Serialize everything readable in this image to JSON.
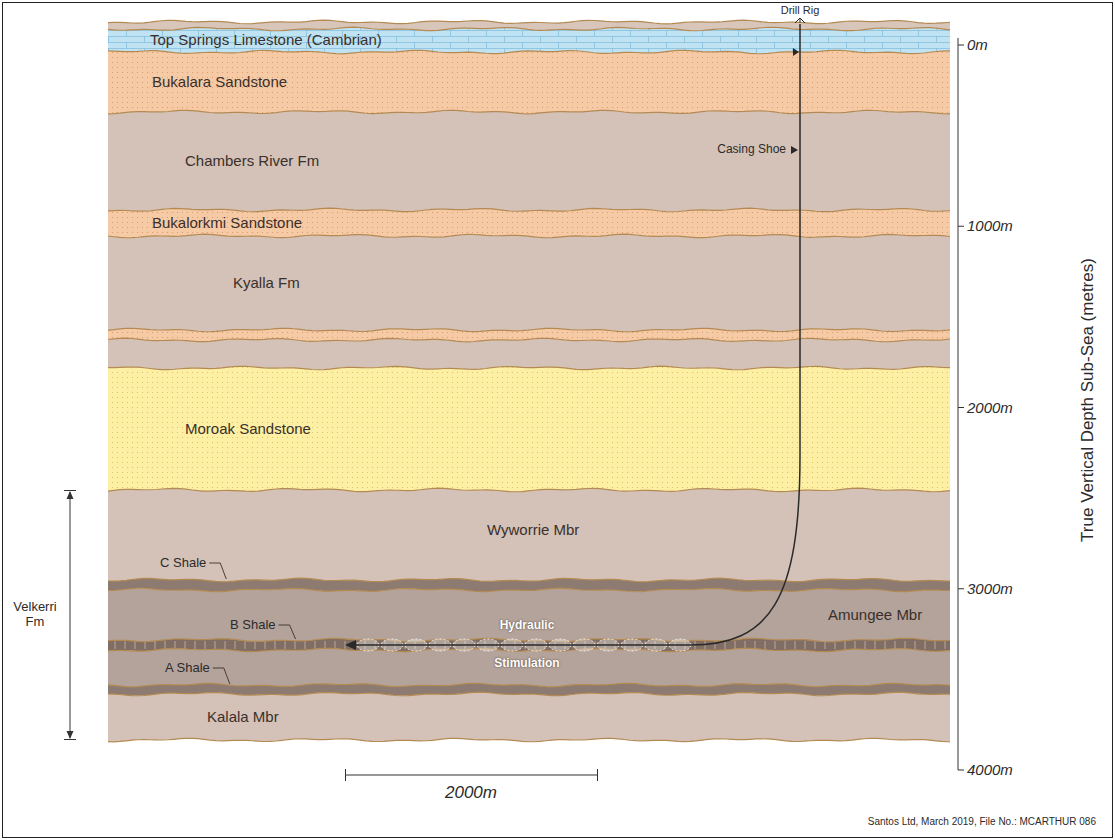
{
  "diagram": {
    "nodes": [
      {
        "text": [
          "Top Springs Limestone (Cambrian)"
        ]
      },
      {
        "text": [
          "Bukalara Sandstone"
        ]
      },
      {
        "text": [
          "Chambers River Fm"
        ]
      },
      {
        "text": [
          "Bukalorkmi Sandstone"
        ]
      },
      {
        "text": [
          "Kyalla Fm"
        ]
      },
      {
        "text": [
          "Moroak Sandstone"
        ]
      },
      {
        "text": [
          "Wyworrie Mbr"
        ]
      },
      {
        "text": [
          "Amungee Mbr"
        ]
      },
      {
        "text": [
          "Kalala Mbr"
        ]
      }
    ],
    "labels": [
      "Drill Rig",
      "Casing Shoe",
      "C Shale",
      "B Shale",
      "A Shale",
      "Hydraulic",
      "Stimulation",
      "Velkerri Fm",
      "2000m",
      "0m",
      "1000m",
      "2000m",
      "3000m",
      "4000m",
      "True Vertical Depth Sub-Sea (metres)",
      "Santos Ltd, March 2019, File No.: MCARTHUR 086"
    ]
  }
}
